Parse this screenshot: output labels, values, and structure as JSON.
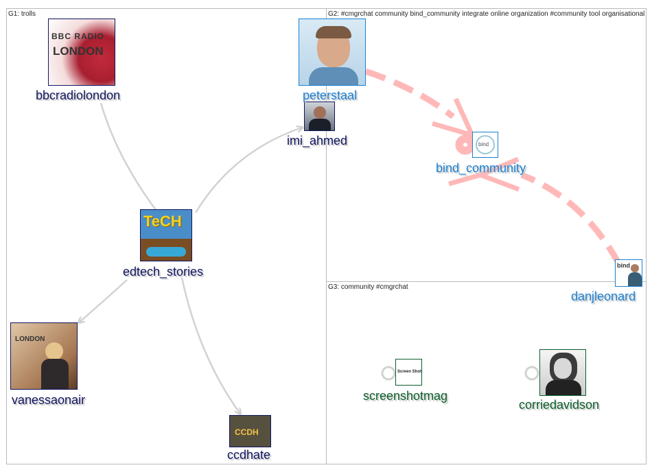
{
  "groups": {
    "g1": {
      "title": "G1: trolls"
    },
    "g2": {
      "title": "G2: #cmgrchat community bind_community integrate online organization #community tool organisational change"
    },
    "g3": {
      "title": "G3: community #cmgrchat"
    }
  },
  "nodes": {
    "bbcradiolondon": {
      "label": "bbcradiolondon",
      "group": "G1"
    },
    "edtech_stories": {
      "label": "edtech_stories",
      "group": "G1"
    },
    "imi_ahmed": {
      "label": "imi_ahmed",
      "group": "G1"
    },
    "vanessaonair": {
      "label": "vanessaonair",
      "group": "G1"
    },
    "ccdhate": {
      "label": "ccdhate",
      "group": "G1"
    },
    "peterstaal": {
      "label": "peterstaal",
      "group": "G2"
    },
    "bind_community": {
      "label": "bind_community",
      "group": "G2"
    },
    "danjleonard": {
      "label": "danjleonard",
      "group": "G2"
    },
    "screenshotmag": {
      "label": "screenshotmag",
      "group": "G3"
    },
    "corriedavidson": {
      "label": "corriedavidson",
      "group": "G3"
    }
  },
  "image_text": {
    "bbc_logo_top": "BBC RADIO",
    "bbc_logo_bottom": "LONDON",
    "tech_logo": "TeCH",
    "bind_logo": "bind",
    "ccdh_logo": "CCDH",
    "screenshot_logo": "Screen Shot",
    "vanessa_bbc": "LONDON"
  },
  "edges": [
    {
      "from": "bbcradiolondon",
      "to": "edtech_stories",
      "style": "gray",
      "arrow": false
    },
    {
      "from": "edtech_stories",
      "to": "imi_ahmed",
      "style": "gray",
      "arrow": true
    },
    {
      "from": "edtech_stories",
      "to": "vanessaonair",
      "style": "gray",
      "arrow": true
    },
    {
      "from": "edtech_stories",
      "to": "ccdhate",
      "style": "gray",
      "arrow": true
    },
    {
      "from": "peterstaal",
      "to": "bind_community",
      "style": "dashed-pink",
      "arrow": true
    },
    {
      "from": "danjleonard",
      "to": "bind_community",
      "style": "dashed-pink",
      "arrow": true
    },
    {
      "from": "bind_community",
      "to": "bind_community",
      "style": "self-loop-pink",
      "arrow": false
    },
    {
      "from": "screenshotmag",
      "to": "screenshotmag",
      "style": "self-loop-gray",
      "arrow": false
    },
    {
      "from": "corriedavidson",
      "to": "corriedavidson",
      "style": "self-loop-gray",
      "arrow": false
    }
  ],
  "colors": {
    "g1_label": "#10155e",
    "g2_label": "#1a7fd1",
    "g3_label": "#0b5d2a",
    "edge_gray": "#d2d2d2",
    "edge_pink": "#ffb3b3",
    "group_border": "#b9b9b9"
  }
}
